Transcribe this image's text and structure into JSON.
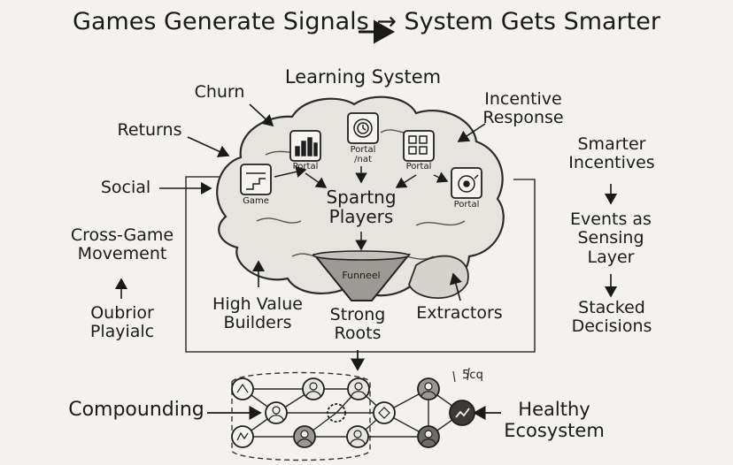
{
  "title": "Games Generate Signals → System Gets Smarter",
  "brain": {
    "heading": "Learning System",
    "center_line1": "Spartng",
    "center_line2": "Players",
    "funnel": "Funneel",
    "cards": [
      {
        "label": "Game",
        "icon": "staircase-chart-icon"
      },
      {
        "label": "Portal",
        "icon": "bar-chart-icon"
      },
      {
        "label": "Portal",
        "sublabel": "/nat",
        "icon": "gear-clock-icon"
      },
      {
        "label": "Portal",
        "icon": "grid-icon"
      },
      {
        "label": "Portal",
        "icon": "settings-eye-icon"
      }
    ]
  },
  "left_labels": {
    "churn": "Churn",
    "returns": "Returns",
    "social": "Social",
    "cross_game_1": "Cross-Game",
    "cross_game_2": "Movement",
    "oubrior_1": "Oubrior",
    "oubrior_2": "Playialc"
  },
  "inner_labels": {
    "high_value_1": "High Value",
    "high_value_2": "Builders",
    "strong_1": "Strong",
    "strong_2": "Roots",
    "extractors": "Extractors"
  },
  "right_labels": {
    "incentive_1": "Incentive",
    "incentive_2": "Response",
    "smarter_1": "Smarter",
    "smarter_2": "Incentives",
    "events_1": "Events as",
    "events_2": "Sensing",
    "events_3": "Layer",
    "stacked_1": "Stacked",
    "stacked_2": "Decisions"
  },
  "bottom": {
    "compounding": "Compounding",
    "healthy_1": "Healthy",
    "healthy_2": "Ecosystem",
    "scribble": "5cq"
  }
}
